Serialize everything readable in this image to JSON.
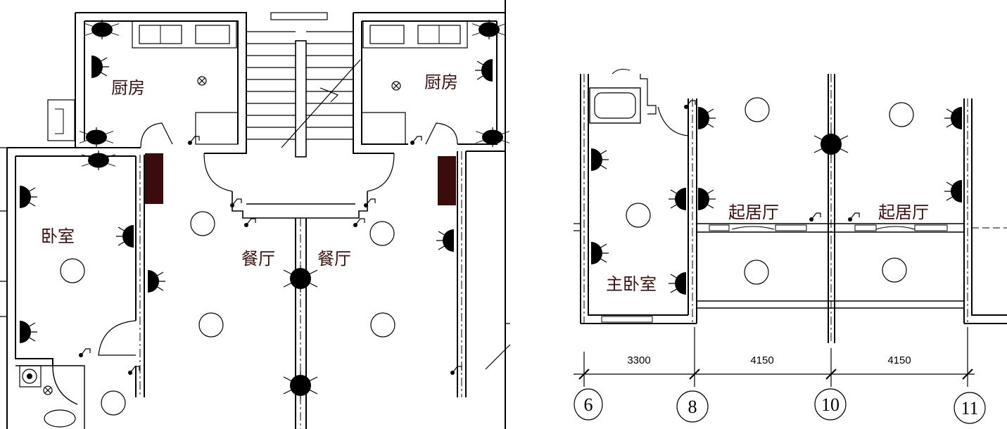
{
  "colors": {
    "wall": "#000000",
    "label": "#3a1010",
    "column": "#3a0c0c",
    "background": "#ffffff"
  },
  "left_plan": {
    "rooms": [
      {
        "id": "kitchen-left",
        "label": "厨房"
      },
      {
        "id": "kitchen-right",
        "label": "厨房"
      },
      {
        "id": "bedroom",
        "label": "卧室"
      },
      {
        "id": "dining-left",
        "label": "餐厅"
      },
      {
        "id": "dining-right",
        "label": "餐厅"
      }
    ]
  },
  "right_plan": {
    "rooms": [
      {
        "id": "living-left",
        "label": "起居厅"
      },
      {
        "id": "living-right",
        "label": "起居厅"
      },
      {
        "id": "master-bedroom",
        "label": "主卧室"
      }
    ],
    "dimensions": [
      "3300",
      "4150",
      "4150"
    ],
    "axes": [
      "6",
      "8",
      "10",
      "11"
    ]
  },
  "icons": {
    "ceiling_light": "ceiling-light-icon",
    "wall_lamp": "wall-lamp-icon",
    "switch": "switch-icon",
    "exhaust": "exhaust-fan-icon"
  }
}
